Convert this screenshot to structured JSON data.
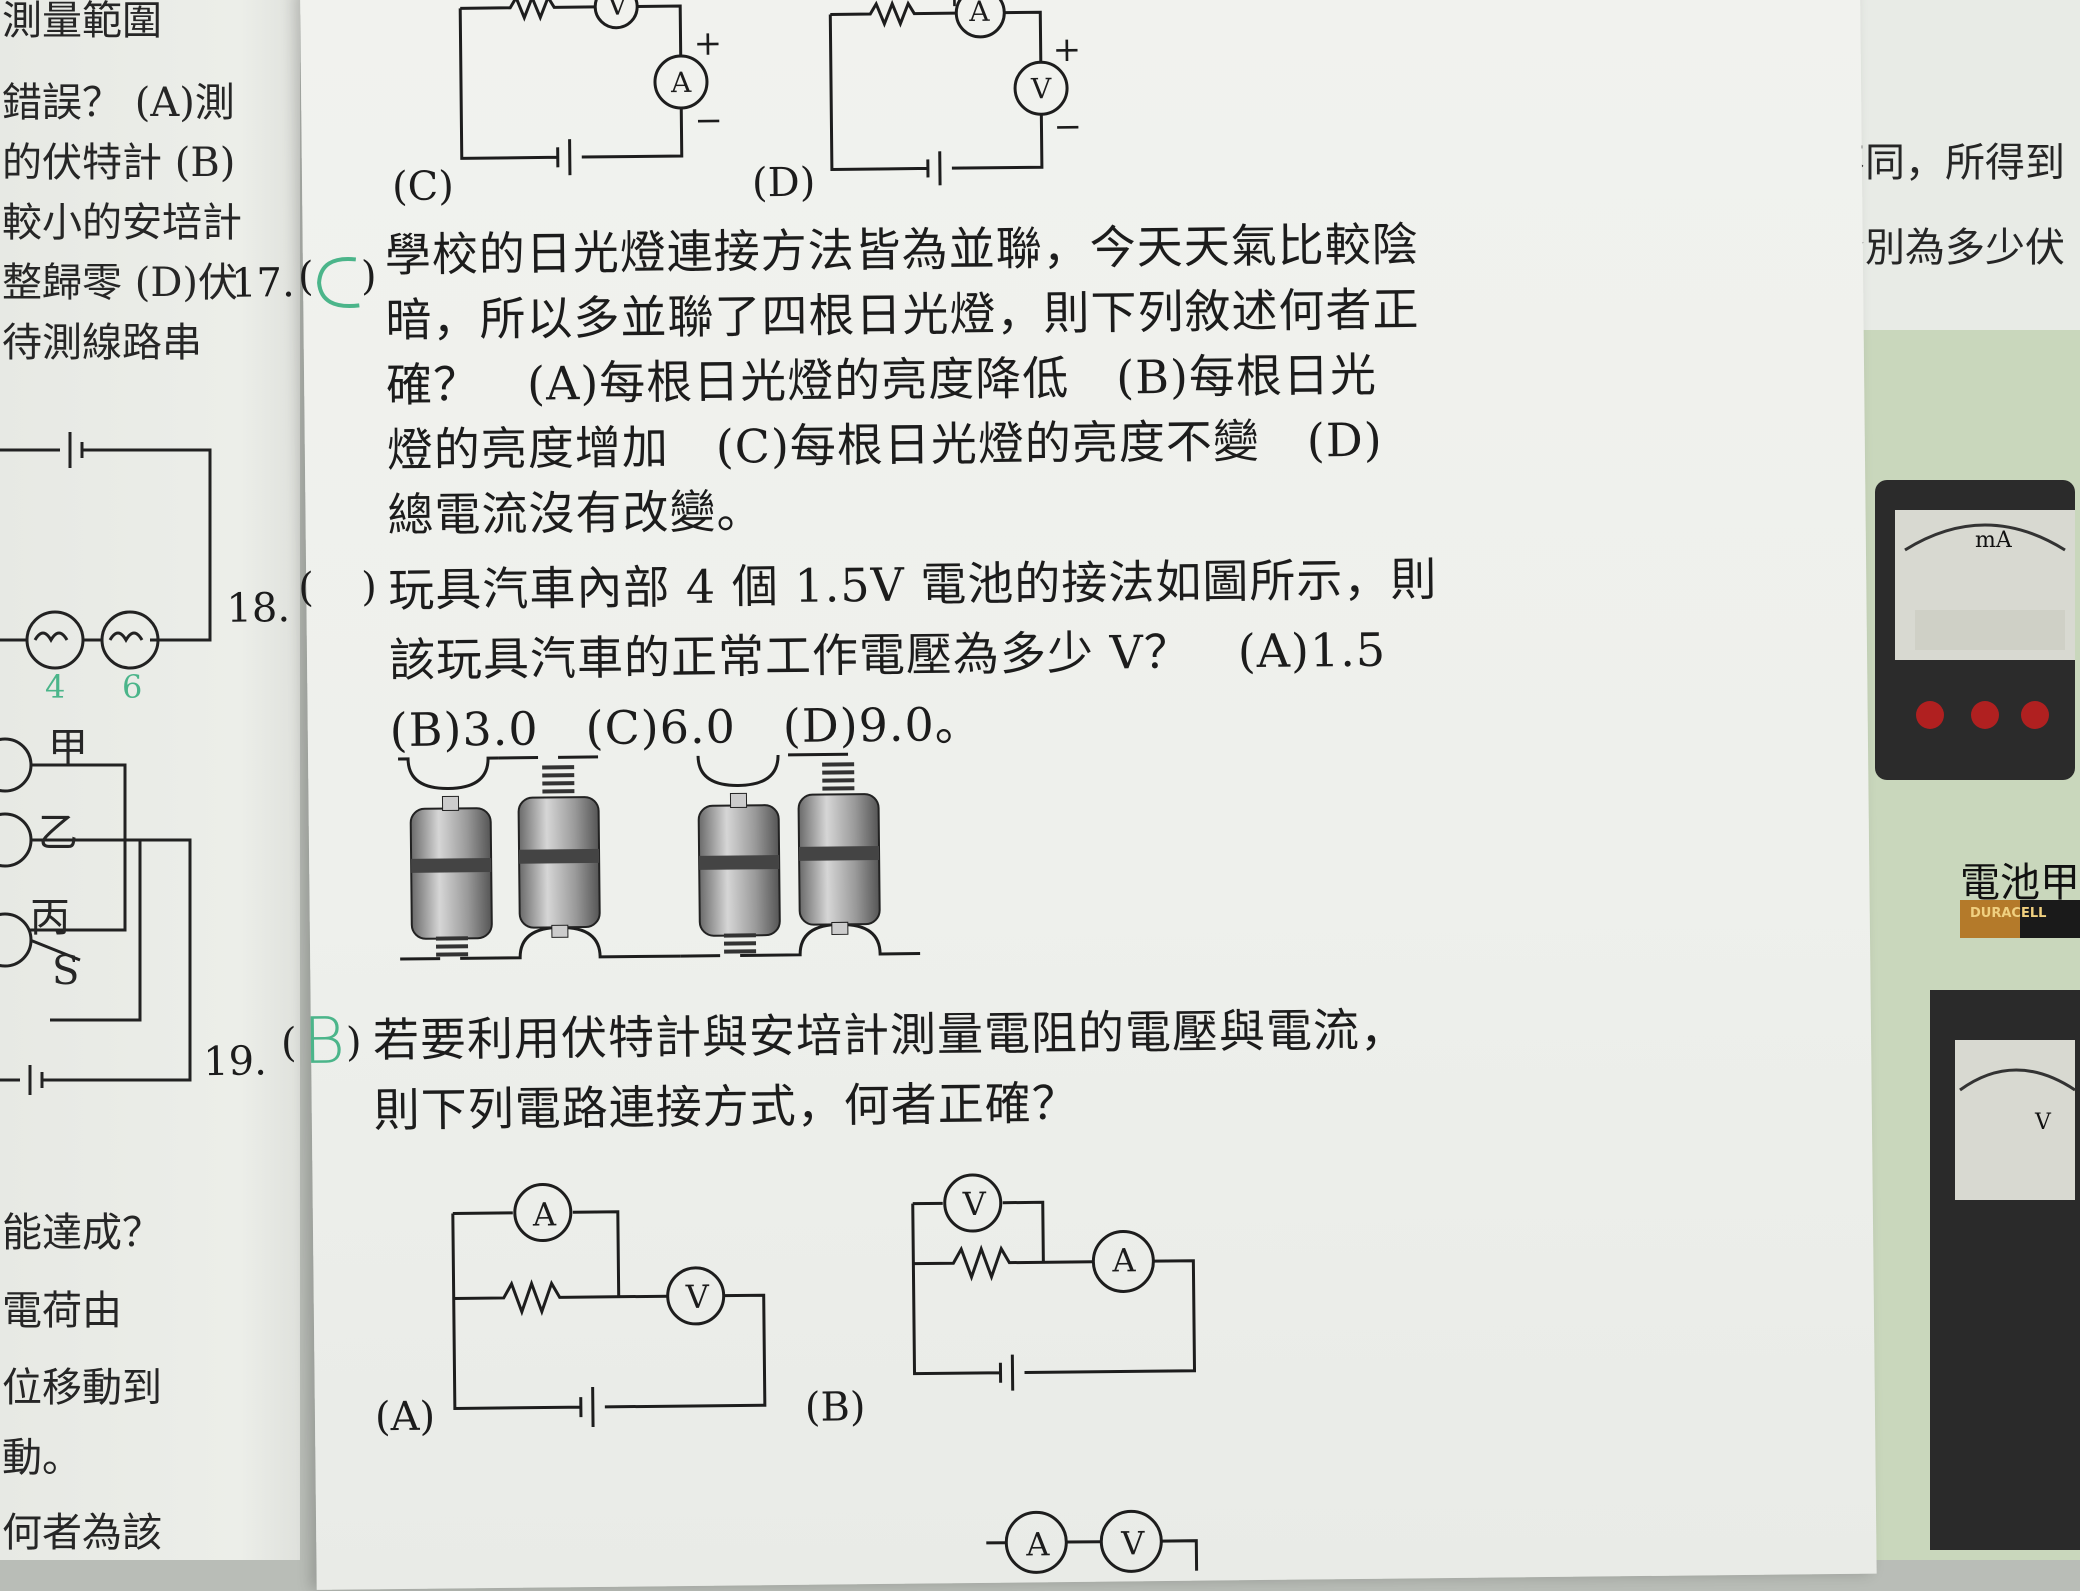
{
  "left_page": {
    "lines": [
      "測量範圍",
      "錯誤？ (A)測",
      "的伏特計 (B)",
      "較小的安培計",
      "整歸零 (D)伏",
      "待測線路串"
    ],
    "diagram_labels": [
      "甲",
      "乙",
      "丙",
      "S"
    ],
    "handwritten": [
      "4",
      "6"
    ],
    "bottom_lines": [
      "能達成？",
      "電荷由",
      "位移動到",
      "動。",
      "何者為該"
    ]
  },
  "right_page": {
    "lines": [
      "不同，所得到",
      "分別為多少伏"
    ],
    "label_battery": "電池甲",
    "battery_brand": "DURACELL",
    "meter_labels": [
      "mA",
      "V"
    ],
    "small_mark": "甲"
  },
  "top_circuits": {
    "c_label": "(C)",
    "d_label": "(D)",
    "meter_v": "V",
    "meter_a": "A",
    "plus": "+",
    "minus": "−"
  },
  "q17": {
    "number": "17.",
    "paren_open": "(",
    "paren_close": ")",
    "lines": [
      "學校的日光燈連接方法皆為並聯，今天天氣比較陰",
      "暗，所以多並聯了四根日光燈，則下列敘述何者正",
      "確？　(A)每根日光燈的亮度降低　(B)每根日光",
      "燈的亮度增加　(C)每根日光燈的亮度不變　(D)",
      "總電流沒有改變。"
    ]
  },
  "q18": {
    "number": "18.",
    "paren_open": "(",
    "paren_close": ")",
    "lines": [
      "玩具汽車內部 4 個 1.5V 電池的接法如圖所示，則",
      "該玩具汽車的正常工作電壓為多少 V？　(A)1.5"
    ],
    "options_line": "(B)3.0　(C)6.0　(D)9.0。"
  },
  "q19": {
    "number": "19.",
    "paren_open": "(",
    "paren_close": ")",
    "handwritten_answer": "B",
    "lines": [
      "若要利用伏特計與安培計測量電阻的電壓與電流，",
      "則下列電路連接方式，何者正確？"
    ],
    "a_label": "(A)",
    "b_label": "(B)",
    "meter_v": "V",
    "meter_a": "A"
  }
}
